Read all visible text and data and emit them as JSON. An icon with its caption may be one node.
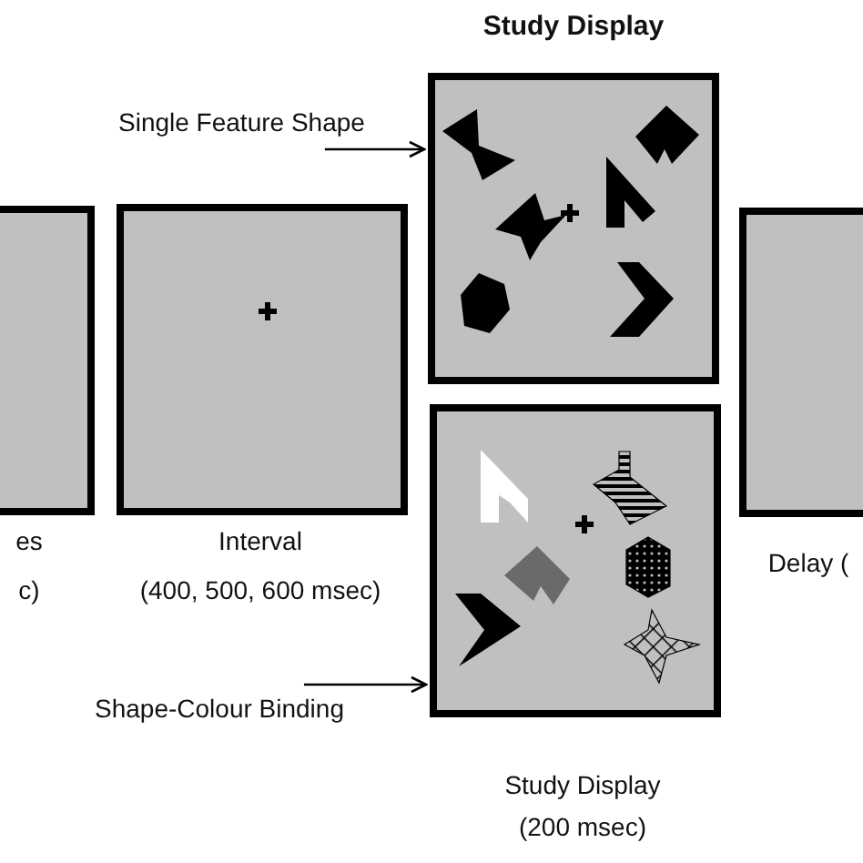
{
  "diagram": {
    "nodes": [
      {
        "text": [],
        "shape": "box",
        "beside": [
          "es",
          "c)"
        ]
      },
      {
        "text": [],
        "shape": "box",
        "beside": [
          "Interval",
          "(400, 500, 600 msec)"
        ]
      },
      {
        "text": [],
        "shape": "box",
        "beside": [
          "Study Display"
        ]
      },
      {
        "text": [],
        "shape": "box",
        "beside": [
          "Study Display",
          "(200 msec)"
        ]
      },
      {
        "text": [],
        "shape": "box",
        "beside": [
          "Delay ("
        ]
      },
      {
        "text": [
          "Single Feature Shape"
        ]
      },
      {
        "text": [
          "Shape-Colour Binding"
        ]
      }
    ],
    "edges": [
      {
        "from": 5,
        "to": 2,
        "arrow": "to"
      },
      {
        "from": 6,
        "to": 3,
        "arrow": "to"
      }
    ]
  }
}
